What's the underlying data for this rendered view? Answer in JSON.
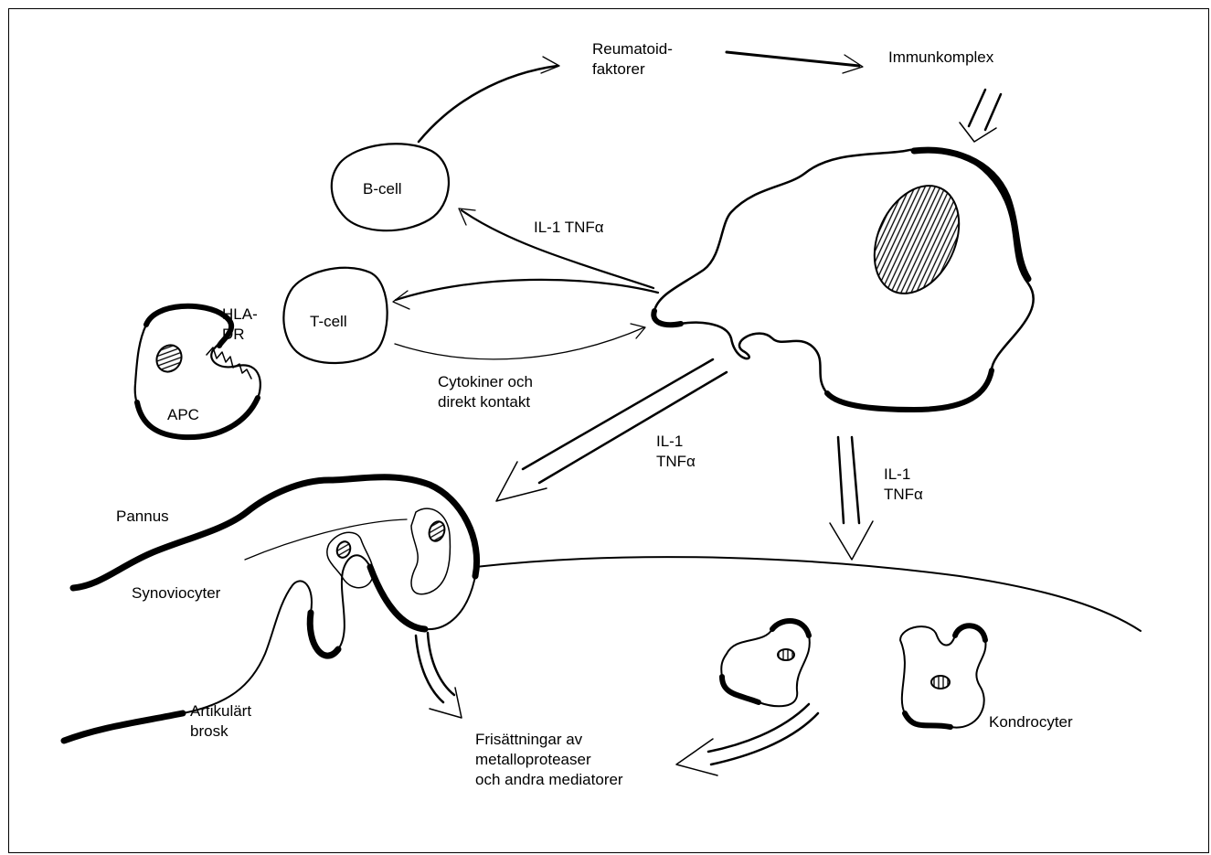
{
  "labels": {
    "reumatoid": "Reumatoid-\nfaktorer",
    "immunkomplex": "Immunkomplex",
    "b_cell": "B-cell",
    "t_cell": "T-cell",
    "hla_dr": "HLA-\nDR",
    "apc": "APC",
    "il1_tnf_top": "IL-1 TNFα",
    "cytokiner": "Cytokiner och\ndirekt kontakt",
    "il1_tnf_mid": "IL-1\nTNFα",
    "il1_tnf_right": "IL-1\nTNFα",
    "pannus": "Pannus",
    "synoviocyter": "Synoviocyter",
    "artikulart": "Artikulärt\nbrosk",
    "frisattningar": "Frisättningar av\nmetalloproteaser\noch andra mediatorer",
    "kondrocyter": "Kondrocyter"
  }
}
